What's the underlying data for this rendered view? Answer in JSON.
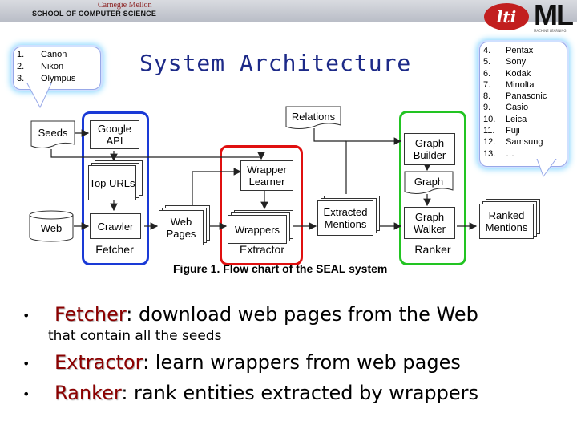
{
  "header": {
    "university": "Carnegie Mellon",
    "school": "SCHOOL OF COMPUTER SCIENCE"
  },
  "logos": {
    "lti": "lti",
    "ml": "ML",
    "ml_sub": "MACHINE LEARNING"
  },
  "title": "System Architecture",
  "callout_left": [
    {
      "num": "1.",
      "text": "Canon"
    },
    {
      "num": "2.",
      "text": "Nikon"
    },
    {
      "num": "3.",
      "text": "Olympus"
    }
  ],
  "callout_right": [
    {
      "num": "4.",
      "text": "Pentax"
    },
    {
      "num": "5.",
      "text": "Sony"
    },
    {
      "num": "6.",
      "text": "Kodak"
    },
    {
      "num": "7.",
      "text": "Minolta"
    },
    {
      "num": "8.",
      "text": "Panasonic"
    },
    {
      "num": "9.",
      "text": "Casio"
    },
    {
      "num": "10.",
      "text": "Leica"
    },
    {
      "num": "11.",
      "text": "Fuji"
    },
    {
      "num": "12.",
      "text": "Samsung"
    },
    {
      "num": "13.",
      "text": "…"
    }
  ],
  "diagram": {
    "seeds": "Seeds",
    "relations": "Relations",
    "google_api": "Google API",
    "top_urls": "Top URLs",
    "web": "Web",
    "crawler": "Crawler",
    "fetcher": "Fetcher",
    "web_pages": "Web Pages",
    "wrapper_learner": "Wrapper Learner",
    "wrappers": "Wrappers",
    "extractor": "Extractor",
    "extracted_mentions": "Extracted Mentions",
    "graph_builder": "Graph Builder",
    "graph": "Graph",
    "graph_walker": "Graph Walker",
    "ranker": "Ranker",
    "ranked_mentions": "Ranked Mentions",
    "caption": "Figure 1. Flow chart of the SEAL system"
  },
  "bullets": [
    {
      "term": "Fetcher",
      "rest": ": download web pages from the Web"
    },
    {
      "term": "Extractor",
      "rest": ": learn wrappers from web pages"
    },
    {
      "term": "Ranker",
      "rest": ": rank entities extracted by wrappers"
    }
  ],
  "bullet_subline": "that contain all the seeds",
  "colors": {
    "title": "#1d2a88",
    "keyword": "#8b0000",
    "blue_frame": "#1a3ad6",
    "red_frame": "#e01010",
    "green_frame": "#22c422"
  }
}
